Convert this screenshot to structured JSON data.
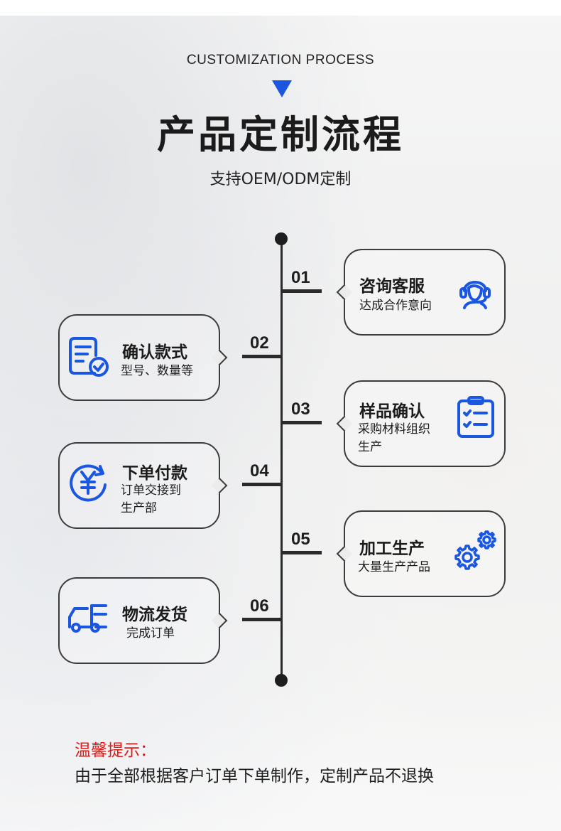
{
  "header": {
    "en_title": "CUSTOMIZATION PROCESS",
    "cn_title": "产品定制流程",
    "subtitle": "支持OEM/ODM定制"
  },
  "colors": {
    "accent": "#1a56e0",
    "tip": "#e01919"
  },
  "steps": [
    {
      "num": "01",
      "title": "咨询客服",
      "desc": [
        "达成合作意向"
      ],
      "icon": "customer-service-icon"
    },
    {
      "num": "02",
      "title": "确认款式",
      "desc": [
        "型号、数量等"
      ],
      "icon": "document-check-icon"
    },
    {
      "num": "03",
      "title": "样品确认",
      "desc": [
        "采购材料组织",
        "生产"
      ],
      "icon": "clipboard-check-icon"
    },
    {
      "num": "04",
      "title": "下单付款",
      "desc": [
        "订单交接到",
        "生产部"
      ],
      "icon": "yuan-payment-icon"
    },
    {
      "num": "05",
      "title": "加工生产",
      "desc": [
        "大量生产产品"
      ],
      "icon": "gears-icon"
    },
    {
      "num": "06",
      "title": "物流发货",
      "desc": [
        "完成订单"
      ],
      "icon": "delivery-truck-icon"
    }
  ],
  "tip": {
    "title": "温馨提示：",
    "text": "由于全部根据客户订单下单制作，定制产品不退换"
  }
}
